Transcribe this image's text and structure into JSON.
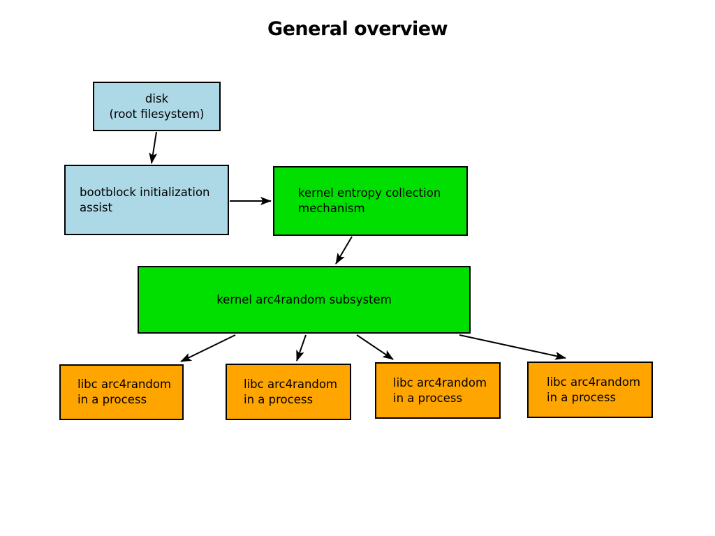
{
  "title": "General overview",
  "colors": {
    "background": "#ffffff",
    "disk_fill": "#ADD8E6",
    "kernel_fill": "#00DF00",
    "libc_fill": "#FFA500",
    "border": "#000000",
    "arrow": "#000000"
  },
  "nodes": {
    "disk": {
      "line1": "disk",
      "line2": "(root filesystem)"
    },
    "bootblock": {
      "line1": "bootblock initialization",
      "line2": "assist"
    },
    "entropy": {
      "line1": "kernel entropy collection",
      "line2": "mechanism"
    },
    "subsystem": {
      "line1": "kernel arc4random subsystem"
    },
    "libc1": {
      "line1": "libc arc4random",
      "line2": "in a process"
    },
    "libc2": {
      "line1": "libc arc4random",
      "line2": "in a process"
    },
    "libc3": {
      "line1": "libc arc4random",
      "line2": "in a process"
    },
    "libc4": {
      "line1": "libc arc4random",
      "line2": "in a process"
    }
  },
  "edges": [
    {
      "from": "disk",
      "to": "bootblock"
    },
    {
      "from": "bootblock",
      "to": "entropy"
    },
    {
      "from": "entropy",
      "to": "subsystem"
    },
    {
      "from": "subsystem",
      "to": "libc1"
    },
    {
      "from": "subsystem",
      "to": "libc2"
    },
    {
      "from": "subsystem",
      "to": "libc3"
    },
    {
      "from": "subsystem",
      "to": "libc4"
    }
  ]
}
